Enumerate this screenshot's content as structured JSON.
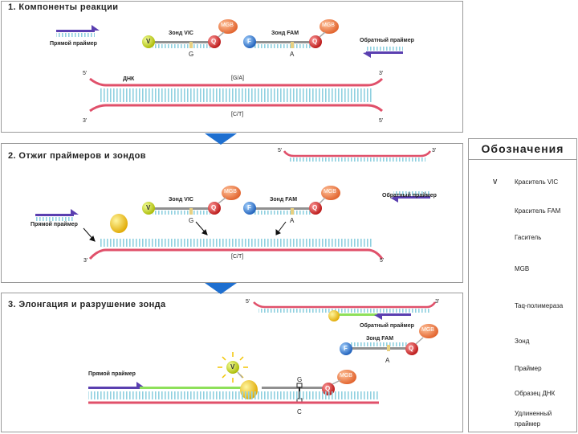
{
  "panels": {
    "p1": {
      "title": "1. Компоненты реакции"
    },
    "p2": {
      "title": "2. Отжиг праймеров и зондов"
    },
    "p3": {
      "title": "3. Элонгация и разрушение зонда"
    }
  },
  "labels": {
    "forward_primer_1": "Прямой праймер",
    "probe_vic": "Зонд VIC",
    "probe_fam": "Зонд FAM",
    "reverse_primer": "Обратный праймер",
    "dna": "ДНК",
    "ga": "[G/A]",
    "ct": "[C/T]",
    "forward_primer": "Прямой праймер",
    "nt_g": "G",
    "nt_a": "A",
    "nt_c": "C",
    "end5": "5'",
    "end3": "3'"
  },
  "marks": {
    "vic": "V",
    "fam": "F",
    "quencher": "Q",
    "mgb": "MGB"
  },
  "legend": {
    "title": "Обозначения",
    "items": [
      {
        "icon": "vic-dye-icon",
        "label": "Краситель VIC",
        "color": "#c8d62a"
      },
      {
        "icon": "fam-dye-icon",
        "label": "Краситель FAM",
        "color": "#2f7fd6"
      },
      {
        "icon": "quencher-icon",
        "label": "Гаситель",
        "color": "#d62828"
      },
      {
        "icon": "mgb-icon",
        "label": "MGB",
        "color": "#f07a3a"
      },
      {
        "icon": "taq-polymerase-icon",
        "label": "Taq-полимераза",
        "color": "#f2c400"
      },
      {
        "icon": "probe-icon",
        "label": "Зонд",
        "color": "#8a8a8a"
      },
      {
        "icon": "primer-icon",
        "label": "Праймер",
        "color": "#5a3fb0"
      },
      {
        "icon": "dna-sample-icon",
        "label": "Образец ДНК",
        "color": "#e05060"
      },
      {
        "icon": "extended-primer-icon",
        "label": "Удлиненный праймер",
        "color": "#8ee05a"
      }
    ]
  },
  "colors": {
    "dna": "#e0506a",
    "rung": "#8fd0e0",
    "primer": "#5a3fb0",
    "probe": "#909090",
    "extended": "#8ee05a",
    "arrow": "#1e6fd0"
  }
}
